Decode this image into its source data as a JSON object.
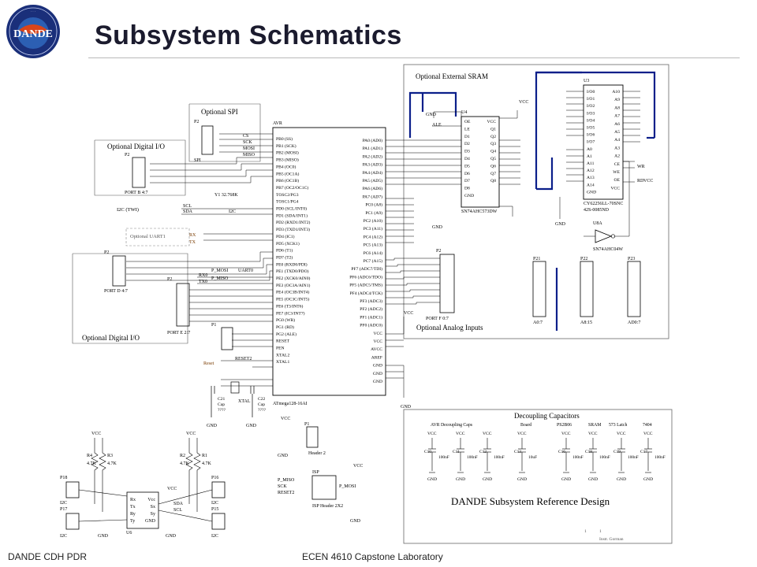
{
  "slide": {
    "title": "Subsystem Schematics",
    "footer_left": "DANDE CDH PDR",
    "footer_center": "ECEN 4610 Capstone Laboratory"
  },
  "logo": {
    "name": "DANDE",
    "ring_text": "Drag and Atmospheric Neutral Density Explorer",
    "colors": {
      "ring": "#1a2f7a",
      "center": "#d9451b",
      "text": "#ffffff"
    }
  },
  "schematic": {
    "reference_title": "DANDE Subsystem Reference Design",
    "sheet_info": [
      "1",
      "1"
    ],
    "author": "Instr. Gorman",
    "sections": {
      "spi": "Optional SPI",
      "digital_io_top": "Optional Digital I/O",
      "digital_io_bottom": "Optional Digital I/O",
      "sram": "Optional External SRAM",
      "analog": "Optional Analog Inputs",
      "decoupling": "Decoupling Capacitors",
      "uart": "Optional UART1",
      "i2c": "I2C (TWI)"
    },
    "mcu": {
      "ref": "AVR",
      "part": "ATmega128-16AI",
      "left_pins": [
        "PB0 (SS)",
        "PB1 (SCK)",
        "PB2 (MOSI)",
        "PB3 (MISO)",
        "PB4 (OC0)",
        "PB5 (OC1A)",
        "PB6 (OC1B)",
        "PB7 (OC2/OC1C)",
        "TOSC2/PG3",
        "TOSC1/PG4",
        "PD0 (SCL/INT0)",
        "PD1 (SDA/INT1)",
        "PD2 (RXD1/INT2)",
        "PD3 (TXD1/INT3)",
        "PD4 (IC1)",
        "PD5 (XCK1)",
        "PD6 (T1)",
        "PD7 (T2)",
        "PE0 (RXD0/PDI)",
        "PE1 (TXD0/PDO)",
        "PE2 (XCK0/AIN0)",
        "PE3 (OC3A/AIN1)",
        "PE4 (OC3B/INT4)",
        "PE5 (OC3C/INT5)",
        "PE6 (T3/INT6)",
        "PE7 (IC3/INT7)",
        "PG0 (WR)",
        "PG1 (RD)",
        "PG2 (ALE)",
        "RESET",
        "PEN",
        "XTAL2",
        "XTAL1"
      ],
      "right_pins": [
        "PA0 (AD0)",
        "PA1 (AD1)",
        "PA2 (AD2)",
        "PA3 (AD3)",
        "PA4 (AD4)",
        "PA5 (AD5)",
        "PA6 (AD6)",
        "PA7 (AD7)",
        "PC0 (A8)",
        "PC1 (A9)",
        "PC2 (A10)",
        "PC3 (A11)",
        "PC4 (A12)",
        "PC5 (A13)",
        "PC6 (A14)",
        "PC7 (A15)",
        "PF7 (ADC7/TDI)",
        "PF6 (ADC6/TDO)",
        "PF5 (ADC5/TMS)",
        "PF4 (ADC4/TCK)",
        "PF3 (ADC3)",
        "PF2 (ADC2)",
        "PF1 (ADC1)",
        "PF0 (ADC0)",
        "VCC",
        "VCC",
        "AVCC",
        "AREF",
        "GND",
        "GND",
        "GND"
      ]
    },
    "latch": {
      "ref": "U4",
      "part": "SN74AHC573DW",
      "left_pins": [
        "OE",
        "LE",
        "D1",
        "D2",
        "D3",
        "D4",
        "D5",
        "D6",
        "D7",
        "D8",
        "GND"
      ],
      "right_pins": [
        "VCC",
        "Q1",
        "Q2",
        "Q3",
        "Q4",
        "Q5",
        "Q6",
        "Q7",
        "Q8"
      ],
      "ale": "ALE"
    },
    "sram": {
      "ref": "U3",
      "part": "CY62256LL-70SNC",
      "package": "42S-0085ND",
      "left_pins": [
        "I/O0",
        "I/O1",
        "I/O2",
        "I/O3",
        "I/O4",
        "I/O5",
        "I/O6",
        "I/O7",
        "A0",
        "A1",
        "A11",
        "A12",
        "A13",
        "A14",
        "GND"
      ],
      "right_pins": [
        "A10",
        "A9",
        "A8",
        "A7",
        "A6",
        "A5",
        "A4",
        "A3",
        "A2",
        "CE",
        "WE",
        "OE",
        "VCC"
      ],
      "wr": "WR",
      "rd": "RD"
    },
    "inverter": {
      "ref": "U8A",
      "part": "SN74AHC04W"
    },
    "headers": {
      "spi_p": "P2",
      "spi_label": "SPI",
      "spi_signals": [
        "CS",
        "SCK",
        "MOSI",
        "MISO"
      ],
      "portb": "PORT B 4:7",
      "portd": "PORT D 4:7",
      "porte": "PORT E 2:7",
      "portf": "PORT F 0:7",
      "p21": "P21",
      "p21_sub": "A0:7",
      "p22": "P22",
      "p22_sub": "A8:15",
      "p23": "P23",
      "p23_sub": "AD0:7",
      "p1_ctrl": "P1",
      "power": "P1",
      "power_sub": "Header 2",
      "isp": "ISP",
      "isp_sub": "ISP Header 2X2",
      "p18": "P18",
      "p17": "P17",
      "p16": "P16",
      "p15": "P15",
      "i2c_label": "I2C"
    },
    "nets": {
      "scl": "SCL",
      "sda": "SDA",
      "rx": "RX",
      "tx": "TX",
      "rx0": "RX0",
      "tx0": "TX0",
      "pmosi": "P_MOSI",
      "pmiso": "P_MISO",
      "uart0": "UART0",
      "reset_net": "RESET2",
      "reset_btn": "Reset",
      "xtal": "XTAL",
      "crystal": "Y1 32.768K",
      "vcc": "VCC",
      "gnd": "GND"
    },
    "caps": {
      "c21": "C21",
      "c22": "C22",
      "cap": "Cap",
      "value": "????",
      "groups": [
        "AVR Decoupling Caps",
        "Board",
        "PS2B06",
        "SRAM",
        "573 Latch",
        "7404"
      ],
      "items": [
        {
          "ref": "C10",
          "val": "100nF"
        },
        {
          "ref": "C11",
          "val": "100nF"
        },
        {
          "ref": "C12",
          "val": "100nF"
        },
        {
          "ref": "C13",
          "val": "10uF"
        },
        {
          "ref": "C16",
          "val": "100nF"
        },
        {
          "ref": "C18",
          "val": "100nF"
        },
        {
          "ref": "C19",
          "val": "100nF"
        },
        {
          "ref": "C17",
          "val": "100nF"
        }
      ]
    },
    "resistors": {
      "r3": "R3",
      "r4": "R4",
      "r1": "R1",
      "r2": "R2",
      "val": "4.7K"
    },
    "level_shifter": {
      "ref": "U6",
      "left_pins": [
        "Rx",
        "Tx",
        "Ry",
        "Ty"
      ],
      "right_pins": [
        "Vcc",
        "Sx",
        "Sy",
        "GND"
      ]
    }
  }
}
